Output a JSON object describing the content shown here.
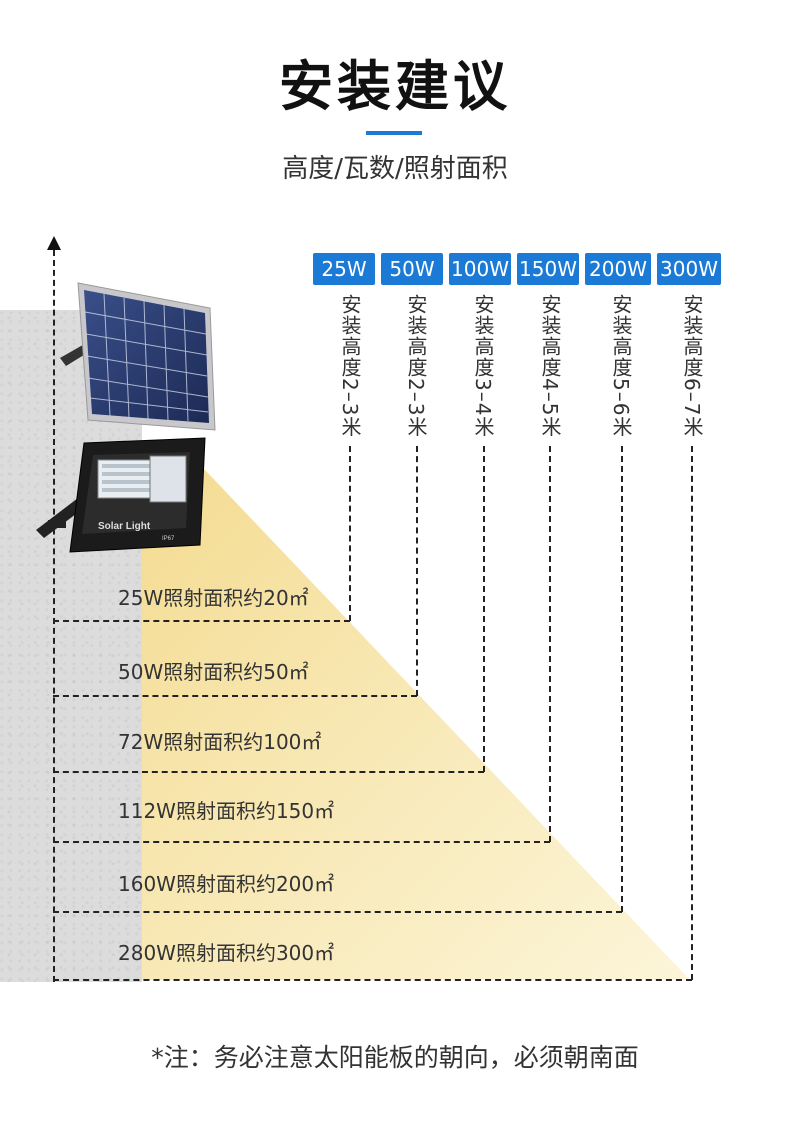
{
  "header": {
    "title": "安装建议",
    "subtitle": "高度/瓦数/照射面积"
  },
  "columns": [
    {
      "wattage": "25W",
      "height": "安装高度2–3米",
      "area": "25W照射面积约20㎡"
    },
    {
      "wattage": "50W",
      "height": "安装高度2–3米",
      "area": "50W照射面积约50㎡"
    },
    {
      "wattage": "100W",
      "height": "安装高度3–4米",
      "area": "72W照射面积约100㎡"
    },
    {
      "wattage": "150W",
      "height": "安装高度4–5米",
      "area": "112W照射面积约150㎡"
    },
    {
      "wattage": "200W",
      "height": "安装高度5–6米",
      "area": "160W照射面积约200㎡"
    },
    {
      "wattage": "300W",
      "height": "安装高度6–7米",
      "area": "280W照射面积约300㎡"
    }
  ],
  "product": {
    "floodlight_label": "Solar Light",
    "rating_label": "IP67"
  },
  "footer": {
    "note": "*注：务必注意太阳能板的朝向，必须朝南面"
  },
  "colors": {
    "accent": "#1a7ad6",
    "light_beam": "#f6e7a8"
  }
}
